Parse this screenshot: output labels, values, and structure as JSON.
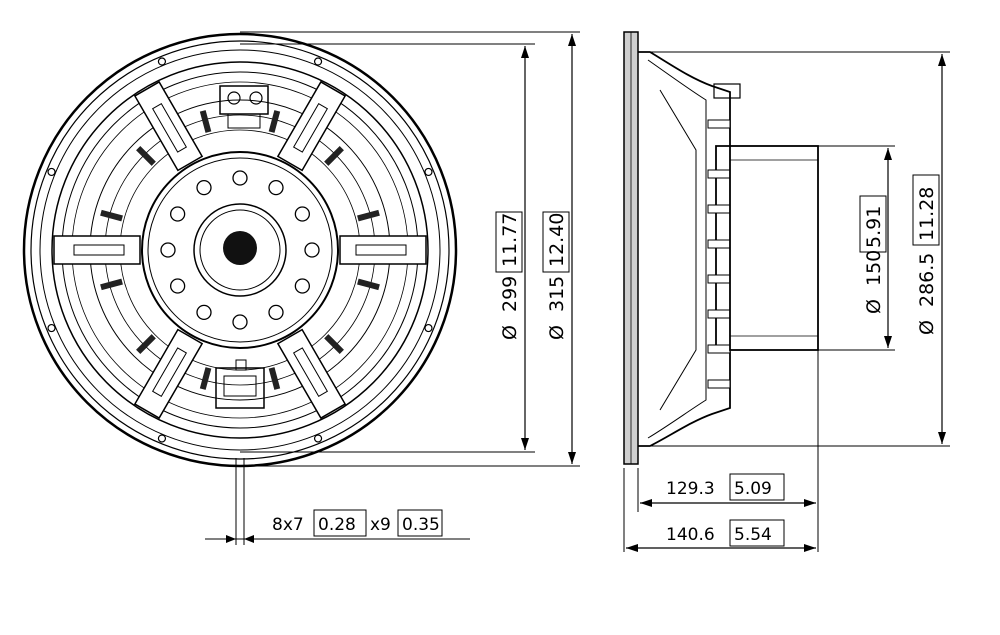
{
  "front_view": {
    "dim_outer": {
      "mm": "315",
      "in": "12.40",
      "symbol": "Ø"
    },
    "dim_inner": {
      "mm": "299",
      "in": "11.77",
      "symbol": "Ø"
    },
    "dim_hole": {
      "mm": "8x7",
      "in": "0.28",
      "mm2": "x9",
      "in2": "0.35"
    }
  },
  "side_view": {
    "dim_magnet": {
      "mm": "150",
      "in": "5.91",
      "symbol": "Ø"
    },
    "dim_cutout": {
      "mm": "286.5",
      "in": "11.28",
      "symbol": "Ø"
    },
    "dim_depth": {
      "mm": "129.3",
      "in": "5.09"
    },
    "dim_total_depth": {
      "mm": "140.6",
      "in": "5.54"
    }
  },
  "colors": {
    "line": "#000000",
    "background": "#ffffff",
    "fill_dark": "#111111",
    "fill_mid": "#cfcfcf"
  }
}
